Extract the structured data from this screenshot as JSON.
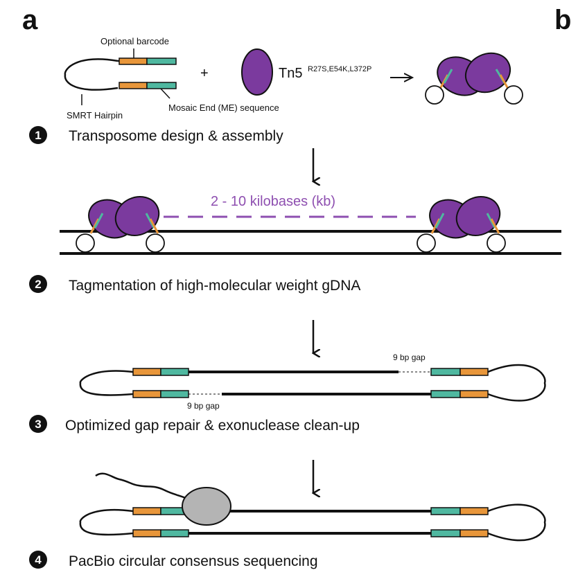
{
  "panels": {
    "a": "a",
    "b": "b"
  },
  "labels": {
    "optional_barcode": "Optional barcode",
    "smrt_hairpin": "SMRT Hairpin",
    "mosaic_end": "Mosaic End (ME) sequence",
    "plus": "+",
    "tn5": "Tn5",
    "tn5_mutations": "R27S,E54K,L372P",
    "distance": "2 - 10 kilobases (kb)",
    "gap_top": "9 bp gap",
    "gap_bottom": "9 bp gap"
  },
  "steps": [
    {
      "number": "1",
      "text": "Transposome design & assembly"
    },
    {
      "number": "2",
      "text": "Tagmentation of high-molecular weight gDNA"
    },
    {
      "number": "3",
      "text": "Optimized gap repair & exonuclease clean-up"
    },
    {
      "number": "4",
      "text": "PacBio circular consensus sequencing"
    }
  ],
  "colors": {
    "barcode_orange": "#e8963a",
    "me_teal": "#4fb8a0",
    "tn5_purple": "#7b3a9e",
    "distance_purple": "#8e4fb0",
    "polymerase_gray": "#b4b4b4",
    "dna_black": "#111111"
  }
}
